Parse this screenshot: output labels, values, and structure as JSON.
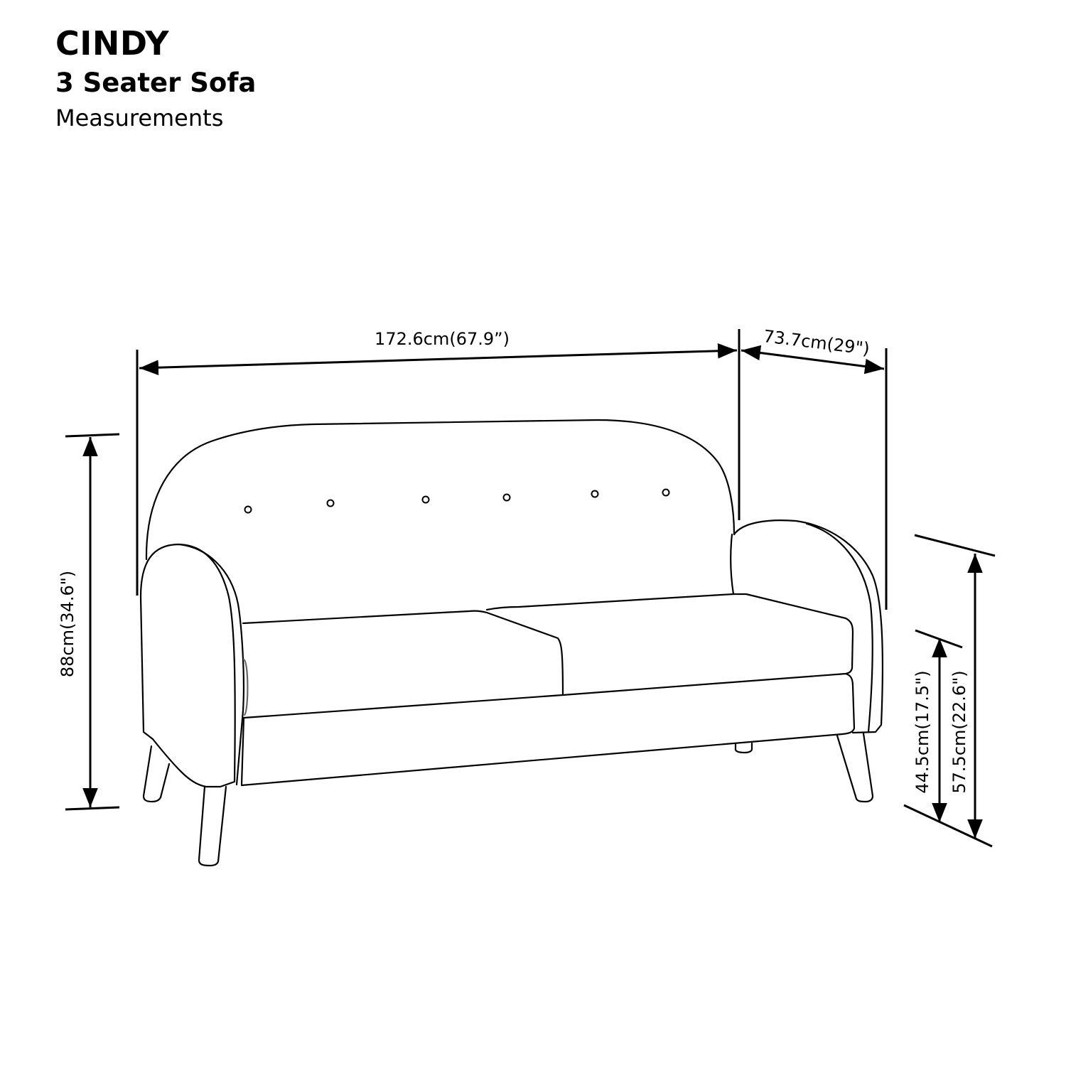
{
  "header": {
    "product_name": "CINDY",
    "product_type": "3 Seater Sofa",
    "section": "Measurements"
  },
  "dimensions": {
    "width": "172.6cm(67.9”)",
    "depth": "73.7cm(29\")",
    "height": "88cm(34.6\")",
    "seat_height": "44.5cm(17.5\")",
    "arm_height": "57.5cm(22.6\")"
  },
  "colors": {
    "line": "#000000",
    "background": "#ffffff"
  }
}
